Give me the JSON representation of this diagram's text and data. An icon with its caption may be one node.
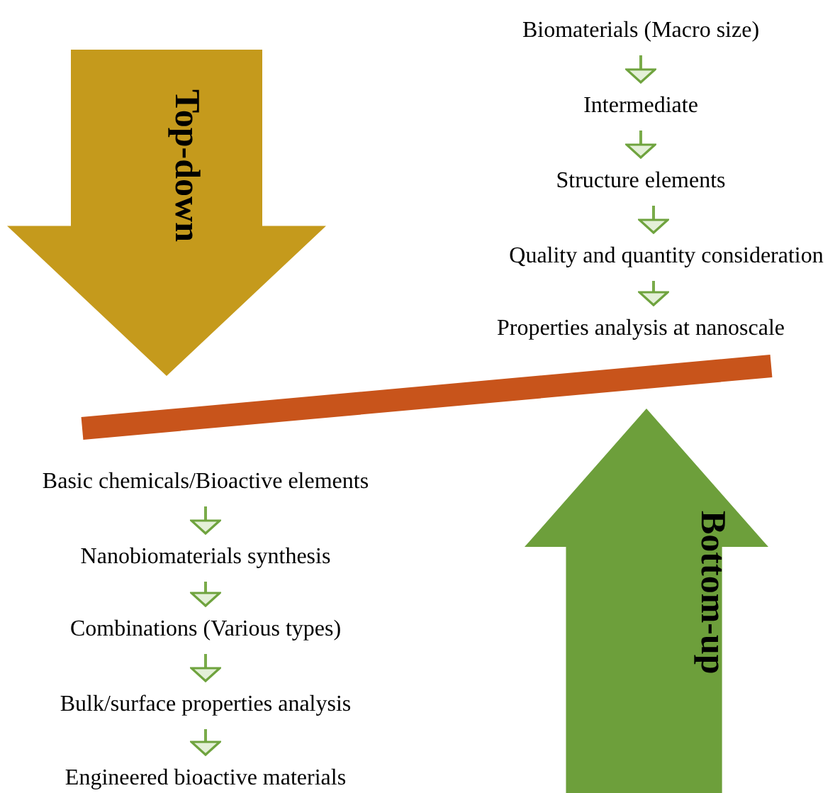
{
  "diagram": {
    "nodes": [
      {
        "text": [
          "Top-down"
        ]
      },
      {
        "text": [
          "Biomaterials (Macro size)"
        ]
      },
      {
        "text": [
          "Intermediate"
        ]
      },
      {
        "text": [
          "Structure elements"
        ]
      },
      {
        "text": [
          "Quality and quantity consideration"
        ]
      },
      {
        "text": [
          "Properties analysis at nanoscale"
        ]
      },
      {
        "text": [
          "Basic chemicals/Bioactive elements"
        ]
      },
      {
        "text": [
          "Nanobiomaterials synthesis"
        ]
      },
      {
        "text": [
          "Combinations (Various types)"
        ]
      },
      {
        "text": [
          "Bulk/surface properties analysis"
        ]
      },
      {
        "text": [
          "Engineered bioactive materials"
        ]
      },
      {
        "text": [
          "Bottom-up"
        ]
      }
    ],
    "edges": [
      {
        "from": 1,
        "to": 2,
        "arrow": "to"
      },
      {
        "from": 2,
        "to": 3,
        "arrow": "to"
      },
      {
        "from": 3,
        "to": 4,
        "arrow": "to"
      },
      {
        "from": 4,
        "to": 5,
        "arrow": "to"
      },
      {
        "from": 6,
        "to": 7,
        "arrow": "to"
      },
      {
        "from": 7,
        "to": 8,
        "arrow": "to"
      },
      {
        "from": 8,
        "to": 9,
        "arrow": "to"
      },
      {
        "from": 9,
        "to": 10,
        "arrow": "to"
      }
    ]
  }
}
